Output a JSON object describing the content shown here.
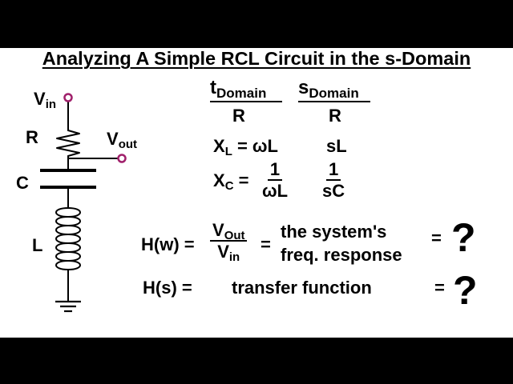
{
  "title": "Analyzing A Simple RCL Circuit in the s-Domain",
  "circuit": {
    "vin_main": "V",
    "vin_sub": "in",
    "vout_main": "V",
    "vout_sub": "out",
    "r_label": "R",
    "c_label": "C",
    "l_label": "L"
  },
  "colors": {
    "terminal": "#a0206b",
    "background": "#ffffff",
    "letterbox": "#000000"
  },
  "table": {
    "t_head_letter": "t",
    "t_head_word": "Domain",
    "s_head_letter": "s",
    "s_head_word": "Domain",
    "row_r_t": "R",
    "row_r_s": "R",
    "xl_main": "X",
    "xl_sub": "L",
    "xl_eq": "= ωL",
    "xl_s": "sL",
    "xc_main": "X",
    "xc_sub": "C",
    "xc_eq": "=",
    "xc_t_num": "1",
    "xc_t_den": "ωL",
    "xc_s_num": "1",
    "xc_s_den": "sC"
  },
  "hw": {
    "lhs": "H(w) =",
    "num_main": "V",
    "num_sub": "Out",
    "den_main": "V",
    "den_sub": "in",
    "eq": "=",
    "desc_line1": "the system's",
    "desc_line2": "freq. response",
    "eq2": "=",
    "answer": "?"
  },
  "hs": {
    "lhs": "H(s) =",
    "desc": "transfer function",
    "eq": "=",
    "answer": "?"
  }
}
